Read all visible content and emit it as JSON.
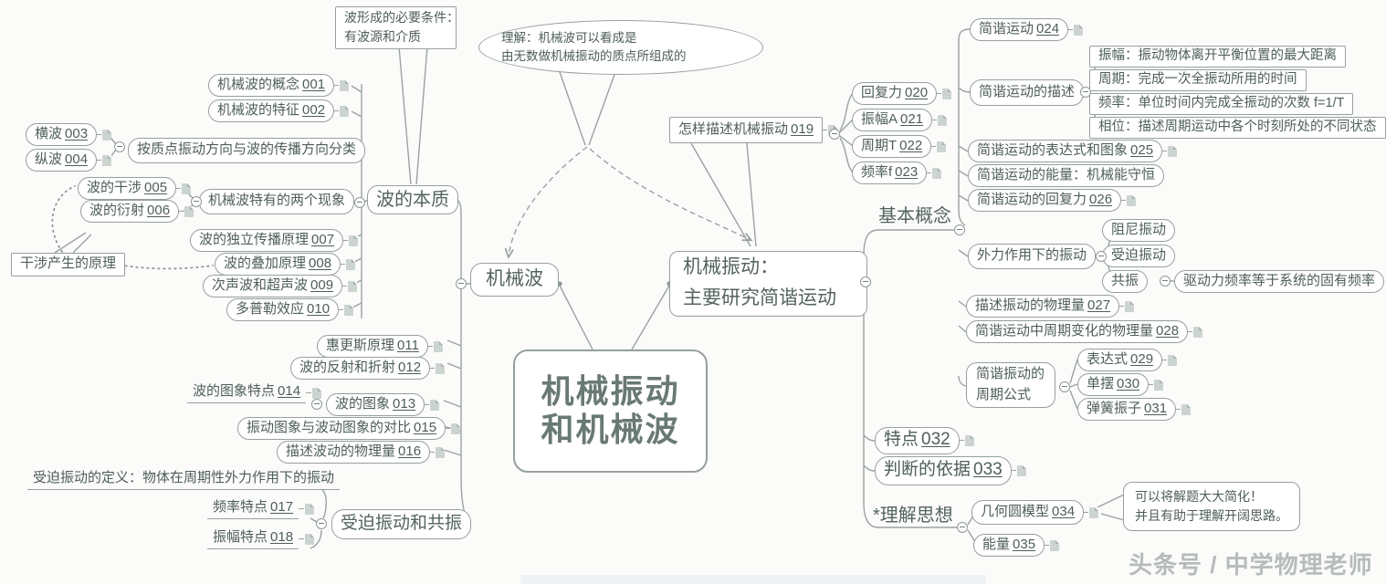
{
  "center": {
    "main_line1": "机械振动",
    "main_line2": "和机械波",
    "wave_branch": "机械波",
    "vibration_line1": "机械振动：",
    "vibration_line2": "主要研究简谐运动"
  },
  "labels": {
    "wave_essence": "波的本质",
    "classify": "按质点振动方向与波的传播方向分类",
    "two_phenomena": "机械波特有的两个现象",
    "forced_resonance": "受迫振动和共振",
    "basic": "基本概念",
    "understanding": "*理解思想",
    "shm_desc": "简谐运动的描述",
    "shm_energy": "简谐运动的能量：机械能守恒",
    "ext_force": "外力作用下的振动",
    "damping": "阻尼振动",
    "forced": "受迫振动",
    "resonance": "共振",
    "period_formula_line1": "简谐振动的",
    "period_formula_line2": "周期公式"
  },
  "notes": {
    "wave_condition_line1": "波形成的必要条件：",
    "wave_condition_line2": "有波源和介质",
    "understand_line1": "理解：机械波可以看成是",
    "understand_line2": "由无数做机械振动的质点所组成的",
    "interference": "干涉产生的原理",
    "forced_def": "受迫振动的定义：物体在周期性外力作用下的振动",
    "resonance_cond": "驱动力频率等于系统的固有频率",
    "simplify_line1": "可以将解题大大简化！",
    "simplify_line2": "并且有助于理解开阔思路。"
  },
  "defs": {
    "amplitude": "振幅：振动物体离开平衡位置的最大距离",
    "period": "周期：完成一次全振动所用的时间",
    "frequency": "频率：单位时间内完成全振动的次数 f=1/T",
    "phase": "相位：描述周期运动中各个时刻所处的不同状态"
  },
  "items": {
    "n001": {
      "label": "机械波的概念",
      "num": "001"
    },
    "n002": {
      "label": "机械波的特征",
      "num": "002"
    },
    "n003": {
      "label": "横波",
      "num": "003"
    },
    "n004": {
      "label": "纵波",
      "num": "004"
    },
    "n005": {
      "label": "波的干涉",
      "num": "005"
    },
    "n006": {
      "label": "波的衍射",
      "num": "006"
    },
    "n007": {
      "label": "波的独立传播原理",
      "num": "007"
    },
    "n008": {
      "label": "波的叠加原理",
      "num": "008"
    },
    "n009": {
      "label": "次声波和超声波",
      "num": "009"
    },
    "n010": {
      "label": "多普勒效应",
      "num": "010"
    },
    "n011": {
      "label": "惠更斯原理",
      "num": "011"
    },
    "n012": {
      "label": "波的反射和折射",
      "num": "012"
    },
    "n013": {
      "label": "波的图象",
      "num": "013"
    },
    "n014": {
      "label": "波的图象特点",
      "num": "014"
    },
    "n015": {
      "label": "振动图象与波动图象的对比",
      "num": "015"
    },
    "n016": {
      "label": "描述波动的物理量",
      "num": "016"
    },
    "n017": {
      "label": "频率特点",
      "num": "017"
    },
    "n018": {
      "label": "振幅特点",
      "num": "018"
    },
    "n019": {
      "label": "怎样描述机械振动",
      "num": "019"
    },
    "n020": {
      "label": "回复力",
      "num": "020"
    },
    "n021": {
      "label": "振幅A",
      "num": "021"
    },
    "n022": {
      "label": "周期T",
      "num": "022"
    },
    "n023": {
      "label": "频率f",
      "num": "023"
    },
    "n024": {
      "label": "简谐运动",
      "num": "024"
    },
    "n025": {
      "label": "简谐运动的表达式和图象",
      "num": "025"
    },
    "n026": {
      "label": "简谐运动的回复力",
      "num": "026"
    },
    "n027": {
      "label": "描述振动的物理量",
      "num": "027"
    },
    "n028": {
      "label": "简谐运动中周期变化的物理量",
      "num": "028"
    },
    "n029": {
      "label": "表达式",
      "num": "029"
    },
    "n030": {
      "label": "单摆",
      "num": "030"
    },
    "n031": {
      "label": "弹簧振子",
      "num": "031"
    },
    "n032": {
      "label": "特点",
      "num": "032"
    },
    "n033": {
      "label": "判断的依据",
      "num": "033"
    },
    "n034": {
      "label": "几何圆模型",
      "num": "034"
    },
    "n035": {
      "label": "能量",
      "num": "035"
    }
  },
  "watermark": "头条号 / 中学物理老师",
  "colors": {
    "line": "#99a39f",
    "border": "#96a09c",
    "text": "#4e5e59",
    "doc_fill": "#ccd4d0"
  }
}
